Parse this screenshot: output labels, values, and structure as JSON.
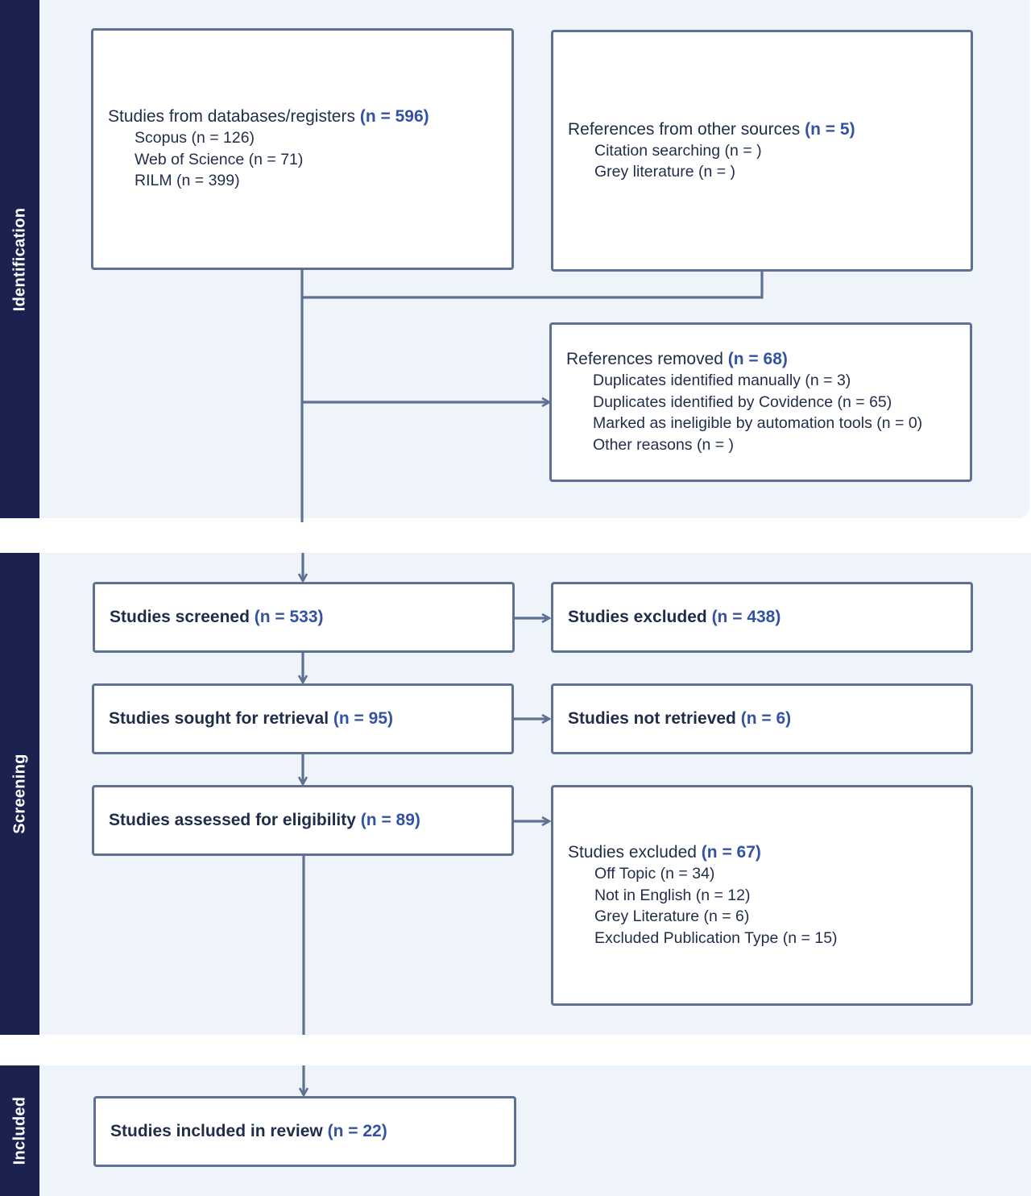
{
  "phases": {
    "identification": "Identification",
    "screening": "Screening",
    "included": "Included"
  },
  "colors": {
    "sidebar": "#1c2250",
    "band": "#eff4fa",
    "connector": "#5e7192",
    "count": "#3452a3"
  },
  "databases": {
    "title": "Studies from databases/registers",
    "count": "(n = 596)",
    "items": [
      "Scopus (n = 126)",
      "Web of Science (n = 71)",
      "RILM (n = 399)"
    ]
  },
  "other_sources": {
    "title": "References from other sources",
    "count": "(n = 5)",
    "items": [
      "Citation searching (n = )",
      "Grey literature (n = )"
    ]
  },
  "removed": {
    "title": "References removed",
    "count": "(n = 68)",
    "items": [
      "Duplicates identified manually (n = 3)",
      "Duplicates identified by Covidence (n = 65)",
      "Marked as ineligible by automation tools (n = 0)",
      "Other reasons (n = )"
    ]
  },
  "screened": {
    "title": "Studies screened",
    "count": "(n = 533)"
  },
  "excluded_screen": {
    "title": "Studies excluded",
    "count": "(n = 438)"
  },
  "sought": {
    "title": "Studies sought for retrieval",
    "count": "(n = 95)"
  },
  "not_retrieved": {
    "title": "Studies not retrieved",
    "count": "(n = 6)"
  },
  "assessed": {
    "title": "Studies assessed for eligibility",
    "count": "(n = 89)"
  },
  "excluded_full": {
    "title": "Studies excluded",
    "count": "(n = 67)",
    "items": [
      "Off Topic (n = 34)",
      "Not in English (n = 12)",
      "Grey Literature (n = 6)",
      "Excluded Publication Type (n = 15)"
    ]
  },
  "included": {
    "title": "Studies included in review",
    "count": "(n = 22)"
  }
}
